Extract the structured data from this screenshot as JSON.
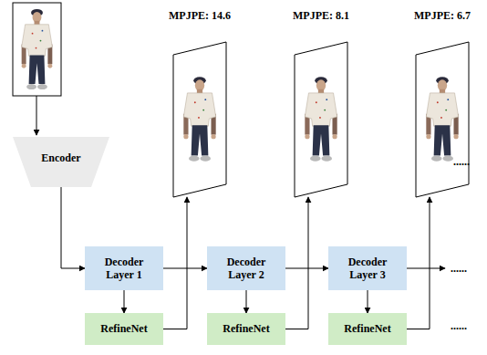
{
  "diagram": {
    "nodes": [
      {
        "text": [
          "MPJPE: 14.6"
        ]
      },
      {
        "text": [
          "MPJPE: 8.1"
        ]
      },
      {
        "text": [
          "MPJPE: 6.7"
        ]
      },
      {
        "text": [
          "Encoder"
        ]
      },
      {
        "text": [
          "Decoder Layer 1"
        ]
      },
      {
        "text": [
          "Decoder Layer 2"
        ]
      },
      {
        "text": [
          "Decoder Layer 3"
        ]
      },
      {
        "text": [
          "RefineNet"
        ]
      },
      {
        "text": [
          "RefineNet"
        ]
      },
      {
        "text": [
          "RefineNet"
        ]
      }
    ],
    "edges": [
      {
        "from": 3,
        "to": 4,
        "arrow": "to"
      },
      {
        "from": 4,
        "to": 5,
        "arrow": "to"
      },
      {
        "from": 5,
        "to": 6,
        "arrow": "to"
      },
      {
        "from": 4,
        "to": 7,
        "arrow": "to"
      },
      {
        "from": 5,
        "to": 8,
        "arrow": "to"
      },
      {
        "from": 6,
        "to": 9,
        "arrow": "to"
      },
      {
        "from": 7,
        "to": 0,
        "arrow": "to"
      },
      {
        "from": 8,
        "to": 1,
        "arrow": "to"
      },
      {
        "from": 9,
        "to": 2,
        "arrow": "to"
      }
    ],
    "labels": [
      "......",
      "......",
      "......"
    ]
  }
}
